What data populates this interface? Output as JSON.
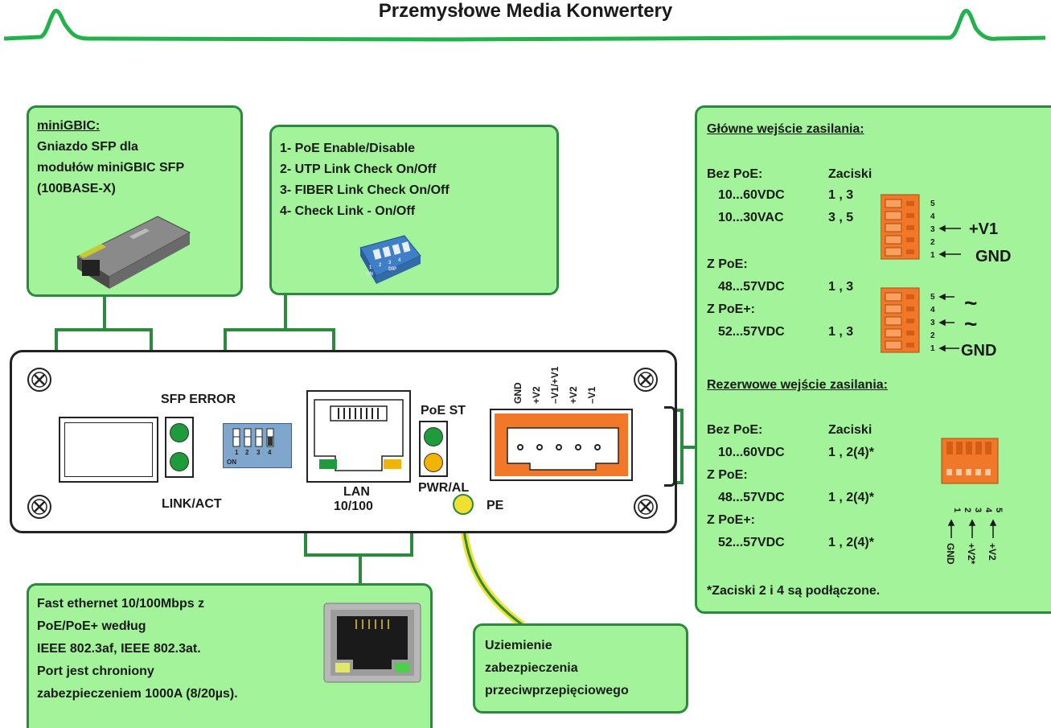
{
  "title": "Przemysłowe Media Konwertery",
  "colors": {
    "box_fill": "#a2f39a",
    "box_border": "#2c8a3e",
    "header_line": "#22b24c",
    "terminal_orange": "#f07828",
    "led_green": "#1e9b3a",
    "led_yellow": "#f2b400",
    "dip_blue": "#7fa6cc"
  },
  "minigbic": {
    "heading": "miniGBIC:",
    "lines": [
      "Gniazdo SFP dla",
      "modułów miniGBIC SFP",
      "(100BASE-X)"
    ]
  },
  "dip": {
    "lines": [
      "1- PoE Enable/Disable",
      "2- UTP Link Check On/Off",
      "3- FIBER Link Check On/Off",
      "4- Check Link - On/Off"
    ],
    "switch_numbers": [
      "1",
      "2",
      "3",
      "4"
    ],
    "on_label": "ON",
    "photo_labels": [
      "1",
      "2",
      "3",
      "4",
      "ON",
      "DIP"
    ]
  },
  "device": {
    "sfp_error": "SFP ERROR",
    "link_act": "LINK/ACT",
    "lan": "LAN",
    "lan_speed": "10/100",
    "poe_st": "PoE ST",
    "pwr_al": "PWR/AL",
    "pe": "PE",
    "terminal_labels": [
      "GND",
      "+V2",
      "–V1/+V1",
      "+V2",
      "–V1"
    ]
  },
  "power": {
    "main_heading": "Główne wejście zasilania:",
    "col1_head": "Bez PoE:",
    "col2_head": "Zaciski",
    "rows_main": [
      {
        "a": "10...60VDC",
        "b": "1 , 3"
      },
      {
        "a": "10...30VAC",
        "b": "3 , 5"
      },
      {
        "a": "Z PoE:",
        "b": ""
      },
      {
        "a": "48...57VDC",
        "b": "1 , 3"
      },
      {
        "a": "Z PoE+:",
        "b": ""
      },
      {
        "a": "52...57VDC",
        "b": "1 , 3"
      }
    ],
    "pins": [
      "5",
      "4",
      "3",
      "2",
      "1"
    ],
    "conn1_labels": {
      "v1": "+V1",
      "gnd": "GND"
    },
    "conn2_labels": {
      "tilde": "~",
      "gnd": "GND"
    },
    "backup_heading": "Rezerwowe wejście zasilania:",
    "rows_backup": [
      {
        "a": "Bez PoE:",
        "b": "Zaciski"
      },
      {
        "a": "10...60VDC",
        "b": "1 , 2(4)*"
      },
      {
        "a": "Z PoE:",
        "b": ""
      },
      {
        "a": "48...57VDC",
        "b": "1 , 2(4)*"
      },
      {
        "a": "Z PoE+:",
        "b": ""
      },
      {
        "a": "52...57VDC",
        "b": "1 , 2(4)*"
      }
    ],
    "backup_pins": [
      "1",
      "2",
      "3",
      "4",
      "5"
    ],
    "backup_labels": [
      "GND",
      "+V2*",
      "+V2"
    ],
    "footnote": "*Zaciski 2 i 4 są podłączone."
  },
  "ethernet": {
    "lines": [
      "Fast ethernet 10/100Mbps z",
      "PoE/PoE+ według",
      "IEEE 802.3af, IEEE 802.3at.",
      "Port jest chroniony",
      "zabezpieczeniem 1000A (8/20µs)."
    ]
  },
  "ground": {
    "lines": [
      "Uziemienie",
      "zabezpieczenia",
      "przeciwprzepięciowego"
    ]
  }
}
